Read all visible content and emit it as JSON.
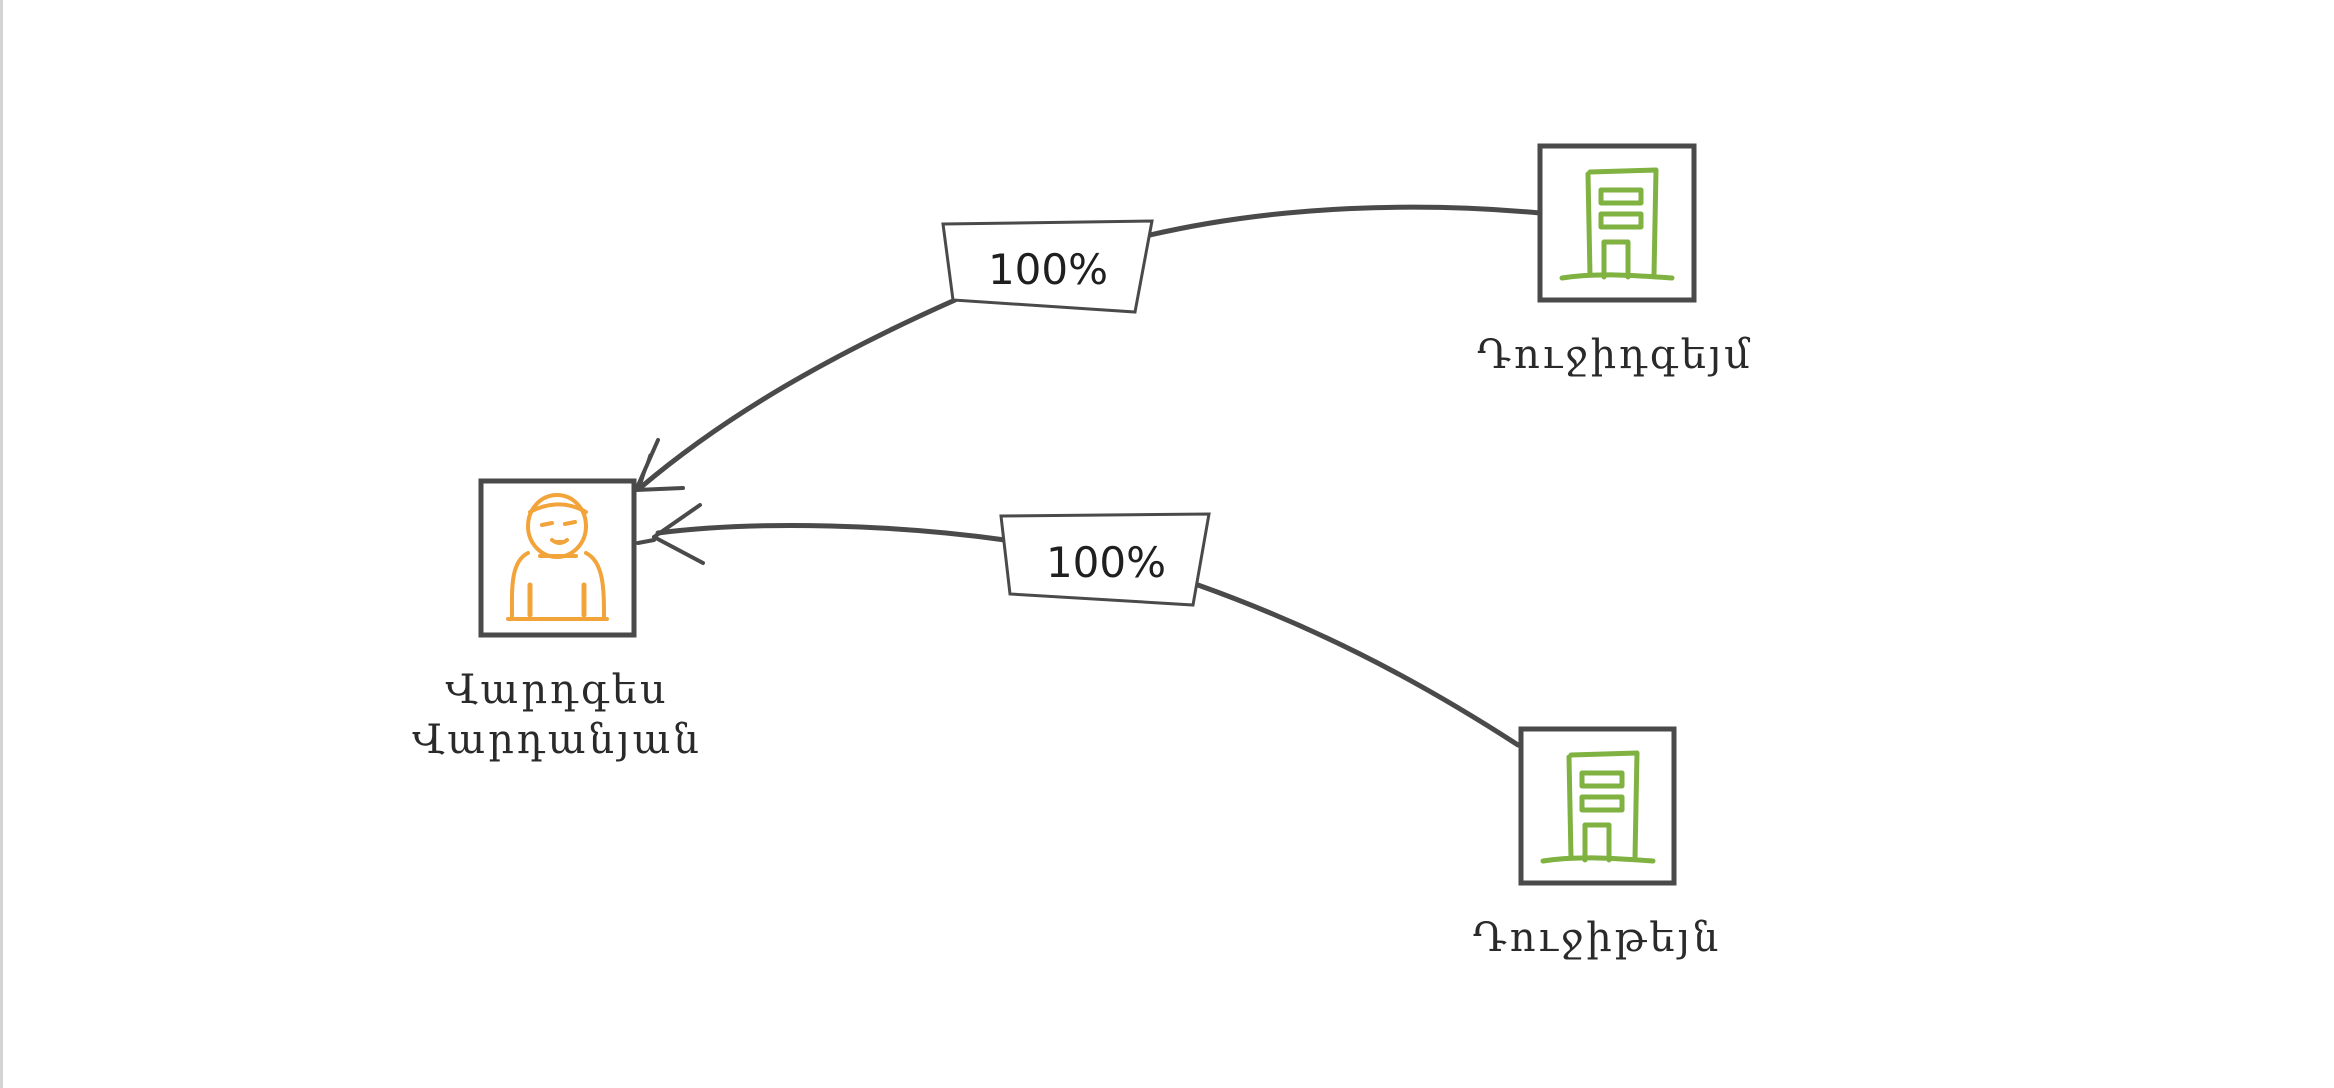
{
  "diagram": {
    "nodes": [
      {
        "id": "person",
        "type": "person",
        "label_lines": [
          "Վարդգես",
          "Վարդանյան"
        ],
        "icon": "person-icon",
        "color": "#f2a33a"
      },
      {
        "id": "company_1",
        "type": "company",
        "label_lines": [
          "Դուջիդգեյմ"
        ],
        "icon": "building-icon",
        "color": "#7fb241"
      },
      {
        "id": "company_2",
        "type": "company",
        "label_lines": [
          "Դուջիթեյն"
        ],
        "icon": "building-icon",
        "color": "#7fb241"
      }
    ],
    "edges": [
      {
        "from": "company_1",
        "to": "person",
        "label": "100%"
      },
      {
        "from": "company_2",
        "to": "person",
        "label": "100%"
      }
    ],
    "colors": {
      "line": "#4a4a4a",
      "person_accent": "#f2a33a",
      "company_accent": "#7fb241"
    }
  }
}
